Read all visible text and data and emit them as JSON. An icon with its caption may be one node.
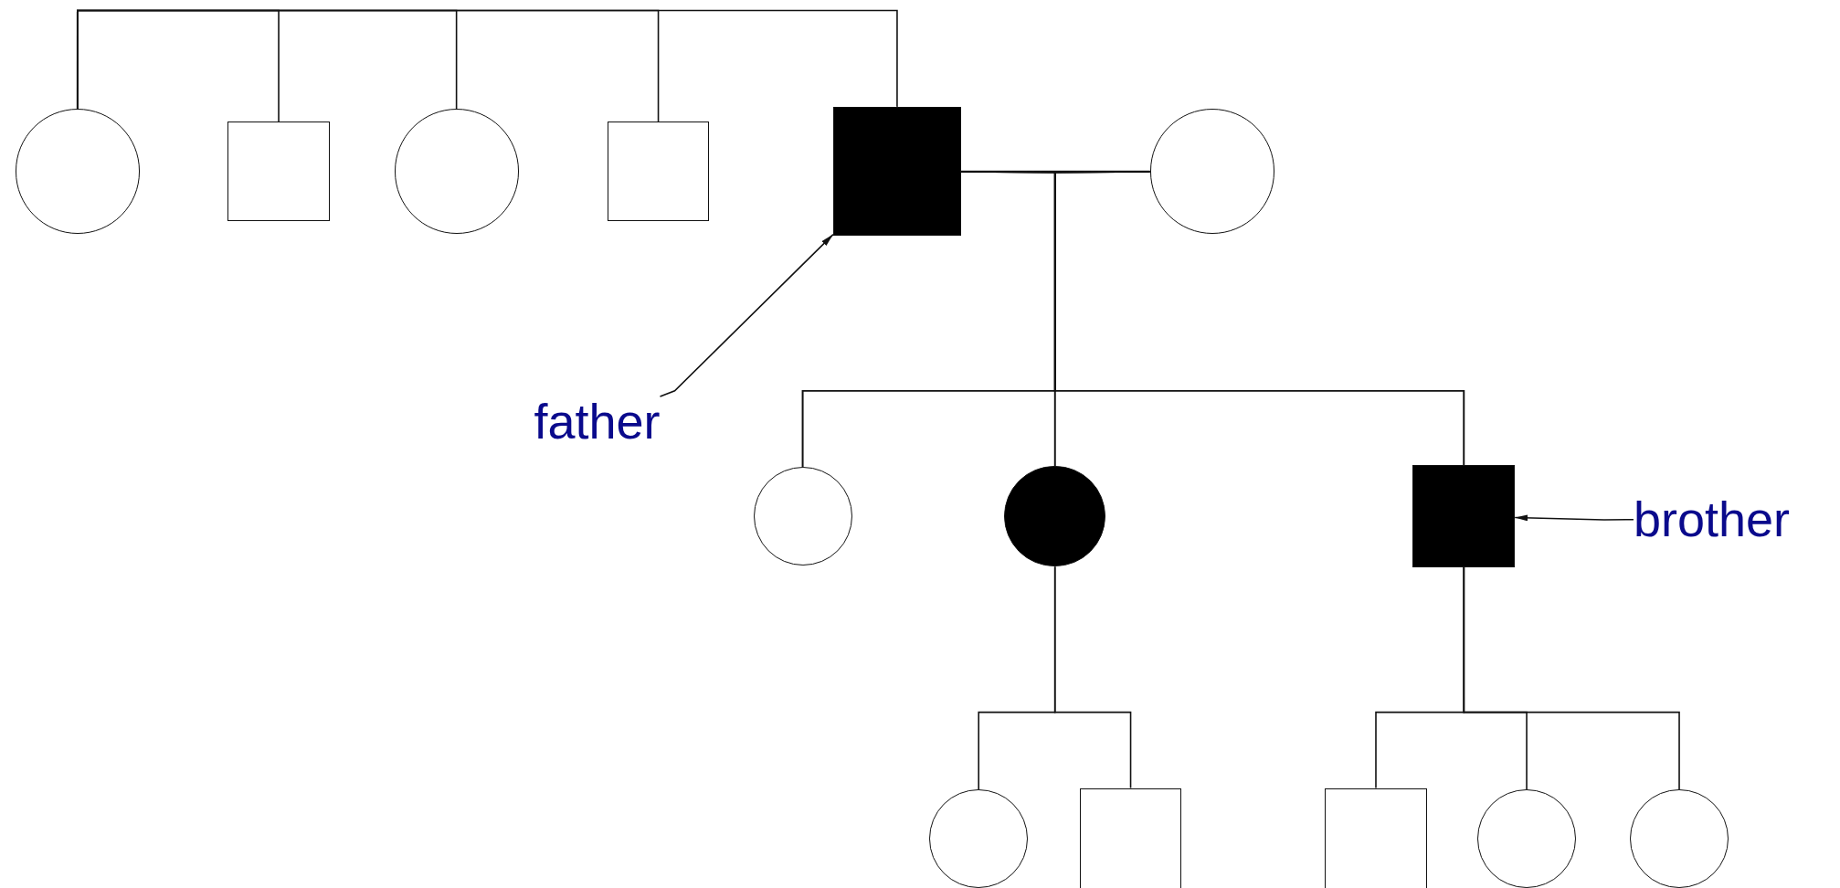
{
  "diagram": {
    "nodes": [
      {
        "text": [],
        "shape": "circle"
      },
      {
        "text": [],
        "shape": "box"
      },
      {
        "text": [],
        "shape": "circle"
      },
      {
        "text": [],
        "shape": "box"
      },
      {
        "text": [],
        "shape": "box"
      },
      {
        "text": [],
        "shape": "circle"
      },
      {
        "text": [],
        "shape": "circle"
      },
      {
        "text": [],
        "shape": "circle"
      },
      {
        "text": [],
        "shape": "box"
      },
      {
        "text": [],
        "shape": "circle"
      },
      {
        "text": [],
        "shape": "box"
      },
      {
        "text": [],
        "shape": "box"
      },
      {
        "text": [],
        "shape": "circle"
      },
      {
        "text": [],
        "shape": "circle"
      },
      {
        "text": [
          "father"
        ]
      },
      {
        "text": [
          "brother"
        ]
      }
    ],
    "edges": [
      {
        "from": 0,
        "to": 1,
        "arrow": "none"
      },
      {
        "from": 0,
        "to": 2,
        "arrow": "none"
      },
      {
        "from": 0,
        "to": 3,
        "arrow": "none"
      },
      {
        "from": 0,
        "to": 4,
        "arrow": "none"
      },
      {
        "from": 4,
        "to": 5,
        "arrow": "none"
      },
      {
        "from": 4,
        "to": 6,
        "arrow": "none"
      },
      {
        "from": 5,
        "to": 6,
        "arrow": "none"
      },
      {
        "from": 4,
        "to": 7,
        "arrow": "none"
      },
      {
        "from": 5,
        "to": 7,
        "arrow": "none"
      },
      {
        "from": 4,
        "to": 8,
        "arrow": "none"
      },
      {
        "from": 5,
        "to": 8,
        "arrow": "none"
      },
      {
        "from": 7,
        "to": 9,
        "arrow": "none"
      },
      {
        "from": 7,
        "to": 10,
        "arrow": "none"
      },
      {
        "from": 8,
        "to": 11,
        "arrow": "none"
      },
      {
        "from": 8,
        "to": 12,
        "arrow": "none"
      },
      {
        "from": 8,
        "to": 13,
        "arrow": "none"
      },
      {
        "from": 14,
        "to": 4,
        "arrow": "to"
      },
      {
        "from": 15,
        "to": 8,
        "arrow": "to"
      }
    ]
  }
}
